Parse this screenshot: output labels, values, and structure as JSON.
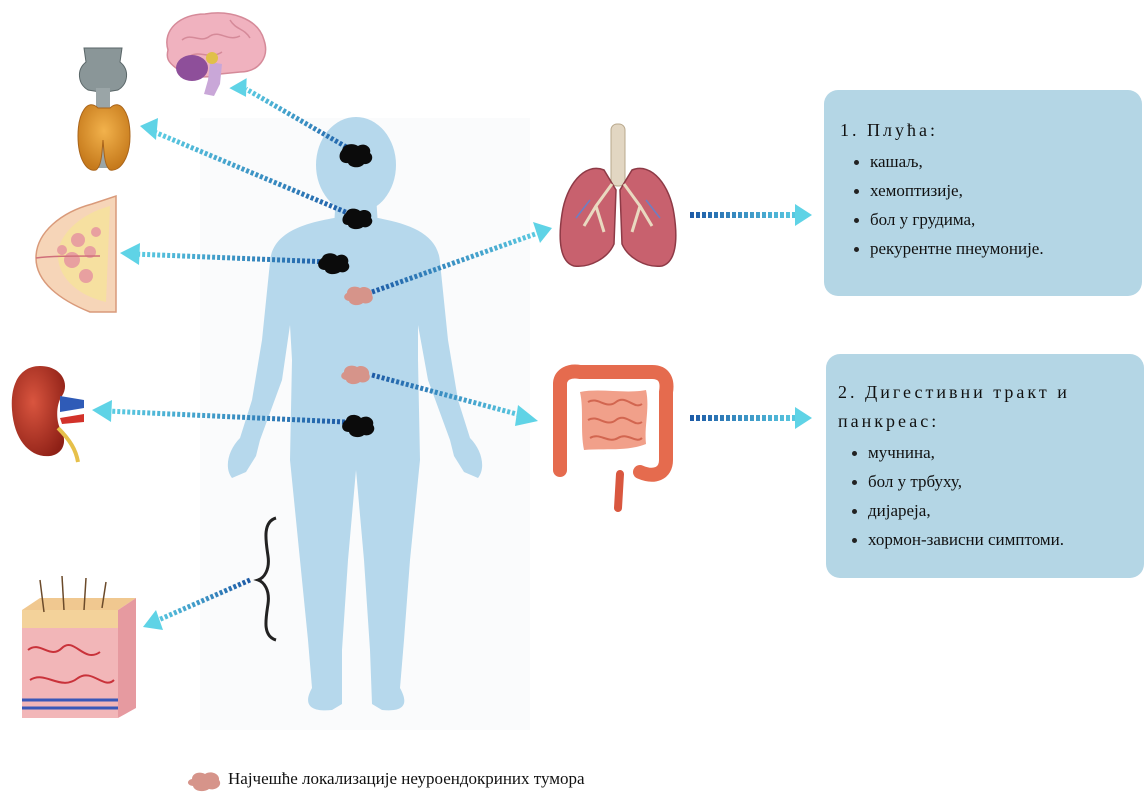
{
  "boxes": {
    "lungs": {
      "title": "1. Плућа:",
      "items": [
        "кашаљ,",
        "хемоптизије,",
        "бол у грудима,",
        "рекурентне пнеумоније."
      ]
    },
    "gi": {
      "title": "2. Дигестивни тракт и панкреас:",
      "items": [
        "мучнина,",
        "бол у трбуху,",
        "дијареја,",
        "хормон-зависни симптоми."
      ]
    }
  },
  "legend": {
    "label": "Најчешће локализације неуроендокриних тумора"
  },
  "colors": {
    "body": "#b6d8ec",
    "box": "#b4d6e5",
    "arrow_dark": "#1e5fa8",
    "arrow_light": "#5fd3e6",
    "tumor_common": "#d6948a",
    "tumor_other": "#0b0b0b"
  }
}
